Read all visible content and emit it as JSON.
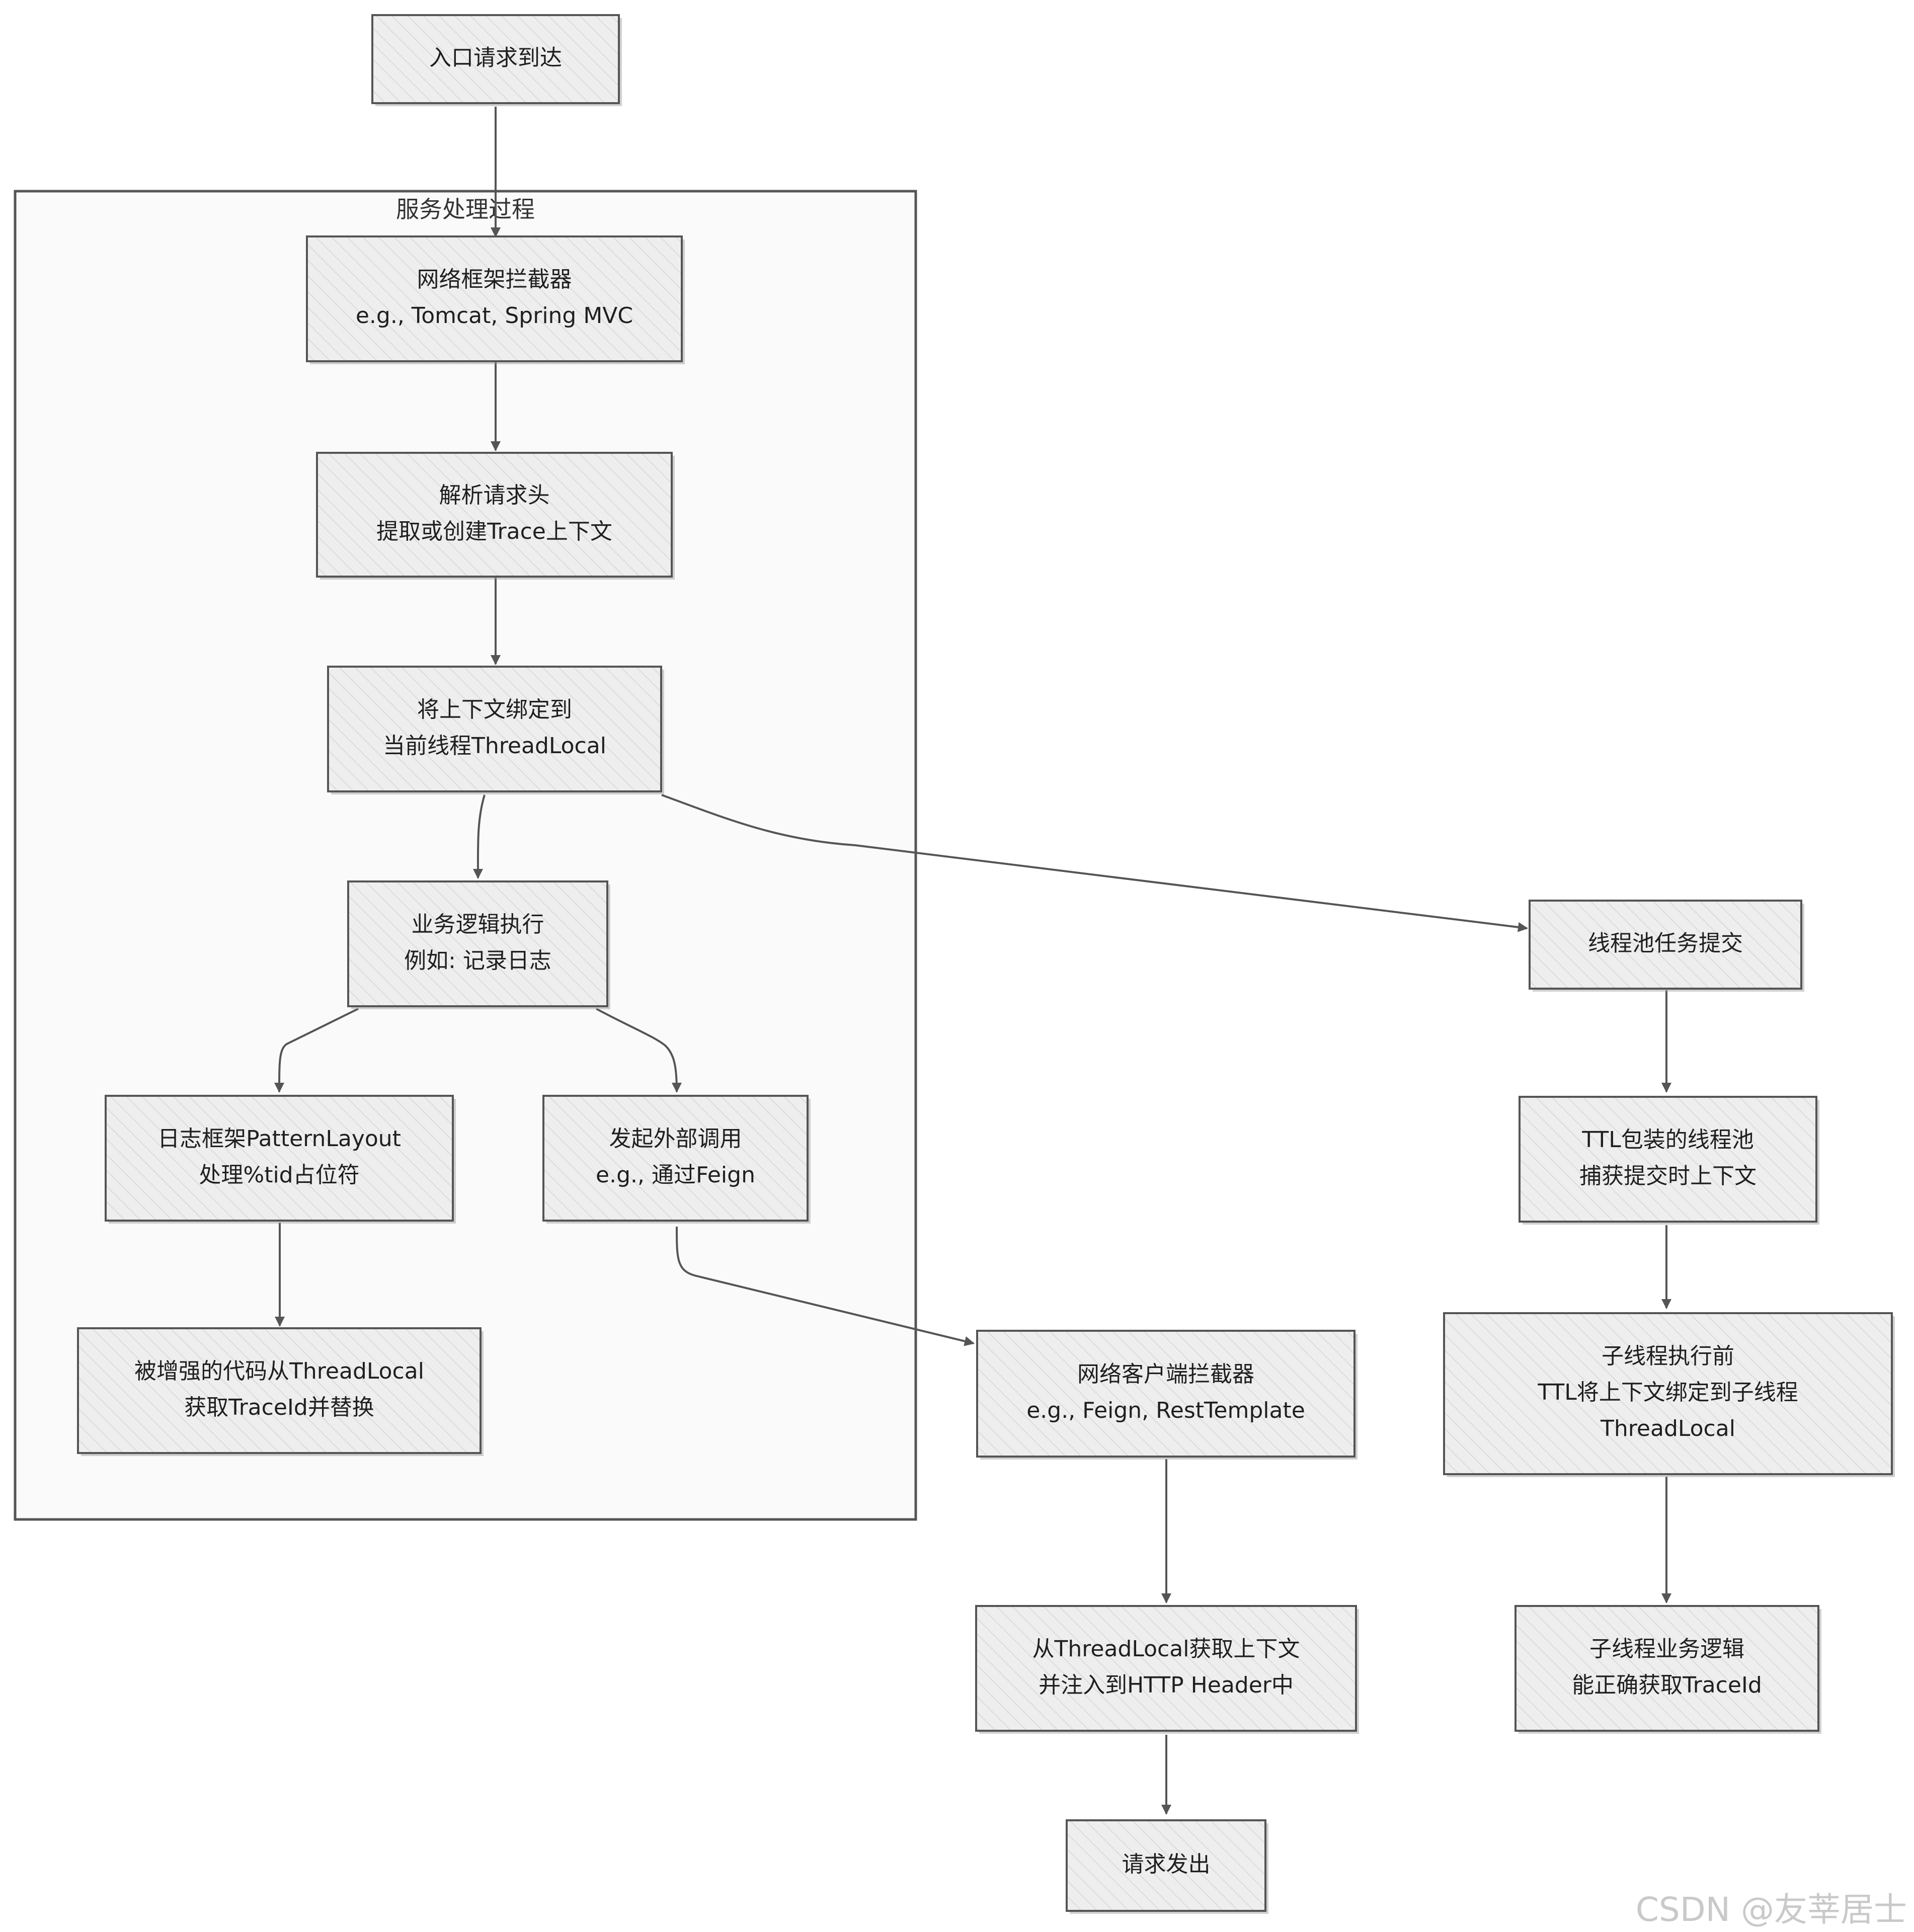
{
  "cluster": {
    "label": "服务处理过程"
  },
  "nodes": {
    "entry": [
      "入口请求到达"
    ],
    "net_interceptor": [
      "网络框架拦截器",
      "e.g., Tomcat, Spring MVC"
    ],
    "parse_headers": [
      "解析请求头",
      "提取或创建Trace上下文"
    ],
    "bind_context": [
      "将上下文绑定到",
      "当前线程ThreadLocal"
    ],
    "business_logic": [
      "业务逻辑执行",
      "例如: 记录日志"
    ],
    "pattern_layout": [
      "日志框架PatternLayout",
      "处理%tid占位符"
    ],
    "external_call": [
      "发起外部调用",
      "e.g., 通过Feign"
    ],
    "enhanced_code": [
      "被增强的代码从ThreadLocal",
      "获取TraceId并替换"
    ],
    "client_interceptor": [
      "网络客户端拦截器",
      "e.g., Feign, RestTemplate"
    ],
    "inject_header": [
      "从ThreadLocal获取上下文",
      "并注入到HTTP Header中"
    ],
    "request_out": [
      "请求发出"
    ],
    "threadpool_submit": [
      "线程池任务提交"
    ],
    "ttl_wrap": [
      "TTL包装的线程池",
      "捕获提交时上下文"
    ],
    "child_before": [
      "子线程执行前",
      "TTL将上下文绑定到子线程",
      "ThreadLocal"
    ],
    "child_logic": [
      "子线程业务逻辑",
      "能正确获取TraceId"
    ]
  },
  "watermark": "CSDN @友莘居士",
  "colors": {
    "node_fill": "#eeeeee",
    "hatch_line": "#d6d6d6",
    "stroke": "#555555",
    "text": "#1f1f1f",
    "watermark": "#c9c9c9"
  }
}
